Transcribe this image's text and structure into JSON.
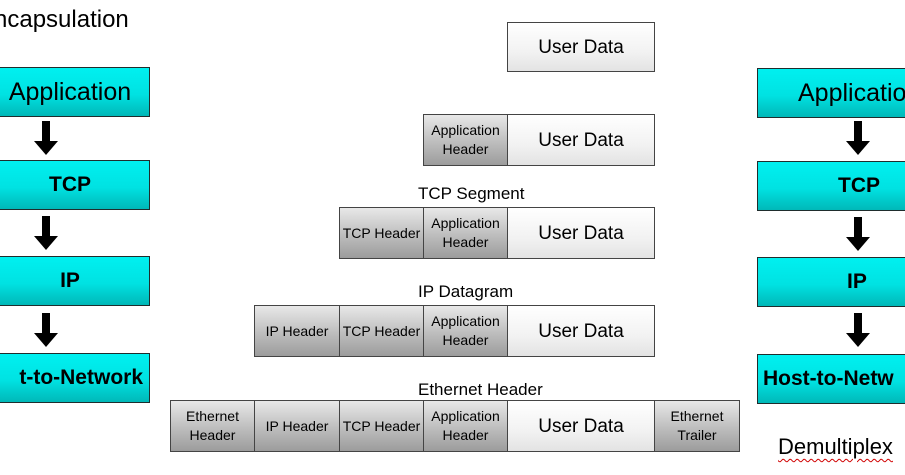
{
  "left_stack": {
    "title": "ncapsulation",
    "layers": [
      "Application",
      "TCP",
      "IP",
      "t-to-Network"
    ]
  },
  "right_stack": {
    "title": "Demultiplex",
    "layers": [
      "Applicatio",
      "TCP",
      "IP",
      "Host-to-Netw"
    ]
  },
  "colors": {
    "layer_fill": "#00e2e2",
    "header_fill": "#bdbdbd",
    "data_fill": "#f2f2f2"
  },
  "center": {
    "row1": {
      "user_data": "User Data"
    },
    "row2": {
      "app_header": "Application Header",
      "user_data": "User Data"
    },
    "row3": {
      "caption": "TCP Segment",
      "tcp_header": "TCP Header",
      "app_header": "Application Header",
      "user_data": "User Data"
    },
    "row4": {
      "caption": "IP Datagram",
      "ip_header": "IP Header",
      "tcp_header": "TCP Header",
      "app_header": "Application Header",
      "user_data": "User Data"
    },
    "row5": {
      "caption": "Ethernet Header",
      "eth_header": "Ethernet Header",
      "ip_header": "IP Header",
      "tcp_header": "TCP Header",
      "app_header": "Application Header",
      "user_data": "User Data",
      "eth_trailer": "Ethernet Trailer"
    }
  }
}
